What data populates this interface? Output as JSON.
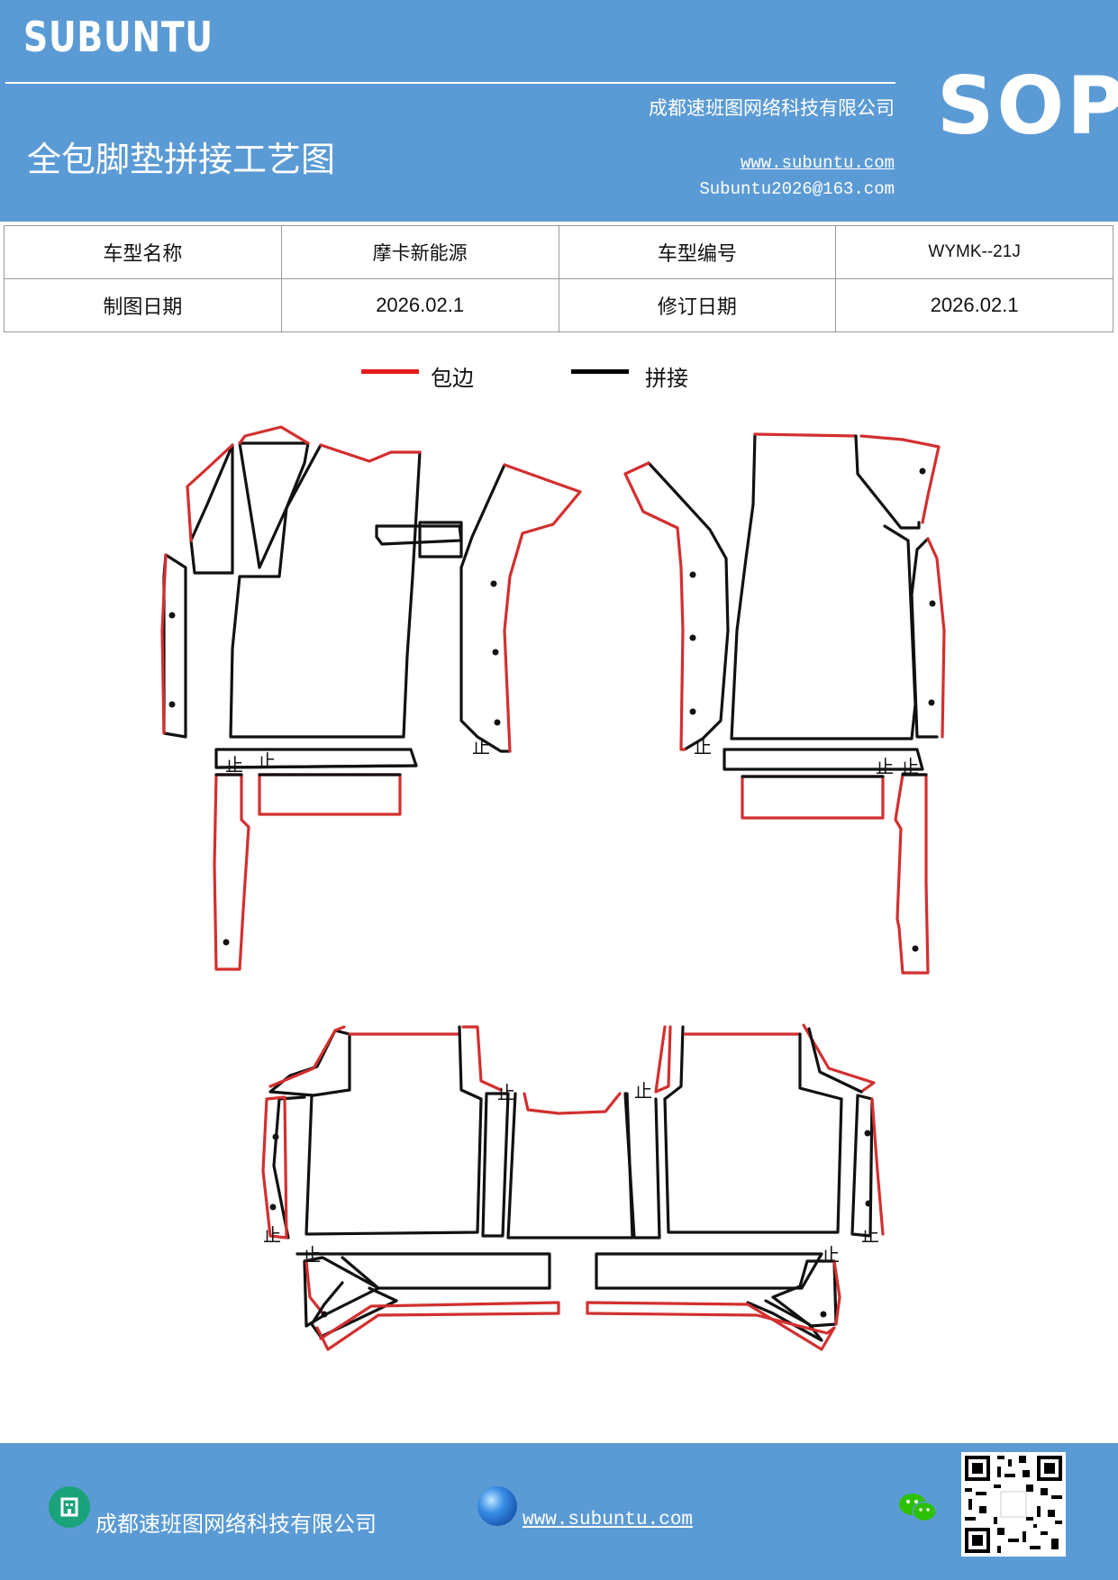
{
  "header": {
    "brand": "SUBUNTU",
    "company": "成都速班图网络科技有限公司",
    "title": "全包脚垫拼接工艺图",
    "url": "www.subuntu.com",
    "email": "Subuntu2026@163.com",
    "badge": "SOP"
  },
  "info_table": {
    "row1": {
      "label1": "车型名称",
      "value1": "摩卡新能源",
      "label2": "车型编号",
      "value2": "WYMK--21J"
    },
    "row2": {
      "label1": "制图日期",
      "value1": "2026.02.1",
      "label2": "修订日期",
      "value2": "2026.02.1"
    }
  },
  "legend": {
    "items": [
      {
        "label": "包边",
        "color": "#e41c1c"
      },
      {
        "label": "拼接",
        "color": "#000000"
      }
    ]
  },
  "footer": {
    "company": "成都速班图网络科技有限公司",
    "url": "www.subuntu.com",
    "company_icon": "building-icon",
    "web_icon": "globe-icon",
    "social_icon": "wechat-icon"
  },
  "colors": {
    "header_bg": "#5b9bd5",
    "hem": "#d32f2f",
    "seam": "#111111"
  }
}
